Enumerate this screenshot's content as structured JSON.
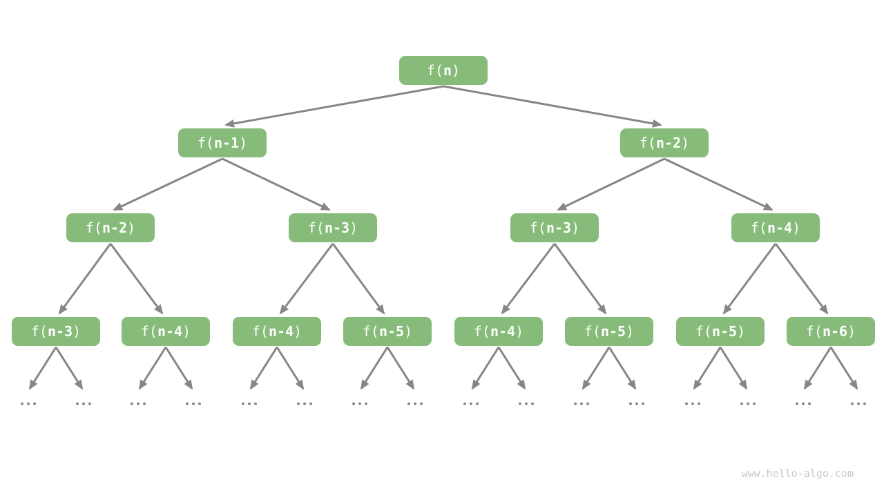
{
  "diagram": {
    "title_semantic": "recursion-tree",
    "tree": {
      "levels": [
        {
          "nodes": [
            {
              "prefix": "f(",
              "arg": "n",
              "suffix": ")"
            }
          ]
        },
        {
          "nodes": [
            {
              "prefix": "f(",
              "arg": "n-1",
              "suffix": ")"
            },
            {
              "prefix": "f(",
              "arg": "n-2",
              "suffix": ")"
            }
          ]
        },
        {
          "nodes": [
            {
              "prefix": "f(",
              "arg": "n-2",
              "suffix": ")"
            },
            {
              "prefix": "f(",
              "arg": "n-3",
              "suffix": ")"
            },
            {
              "prefix": "f(",
              "arg": "n-3",
              "suffix": ")"
            },
            {
              "prefix": "f(",
              "arg": "n-4",
              "suffix": ")"
            }
          ]
        },
        {
          "nodes": [
            {
              "prefix": "f(",
              "arg": "n-3",
              "suffix": ")"
            },
            {
              "prefix": "f(",
              "arg": "n-4",
              "suffix": ")"
            },
            {
              "prefix": "f(",
              "arg": "n-4",
              "suffix": ")"
            },
            {
              "prefix": "f(",
              "arg": "n-5",
              "suffix": ")"
            },
            {
              "prefix": "f(",
              "arg": "n-4",
              "suffix": ")"
            },
            {
              "prefix": "f(",
              "arg": "n-5",
              "suffix": ")"
            },
            {
              "prefix": "f(",
              "arg": "n-5",
              "suffix": ")"
            },
            {
              "prefix": "f(",
              "arg": "n-6",
              "suffix": ")"
            }
          ]
        }
      ],
      "leaf_ellipsis": {
        "symbol": "...",
        "count": 16
      }
    },
    "watermark": {
      "text": "www.hello-algo.com"
    },
    "colors": {
      "node_fill": "#86BB79",
      "node_text": "#FFFFFF",
      "arrow": "#868686",
      "dot": "#8A8A8A",
      "watermark": "#C9C9C9",
      "background": "#FFFFFF"
    }
  }
}
